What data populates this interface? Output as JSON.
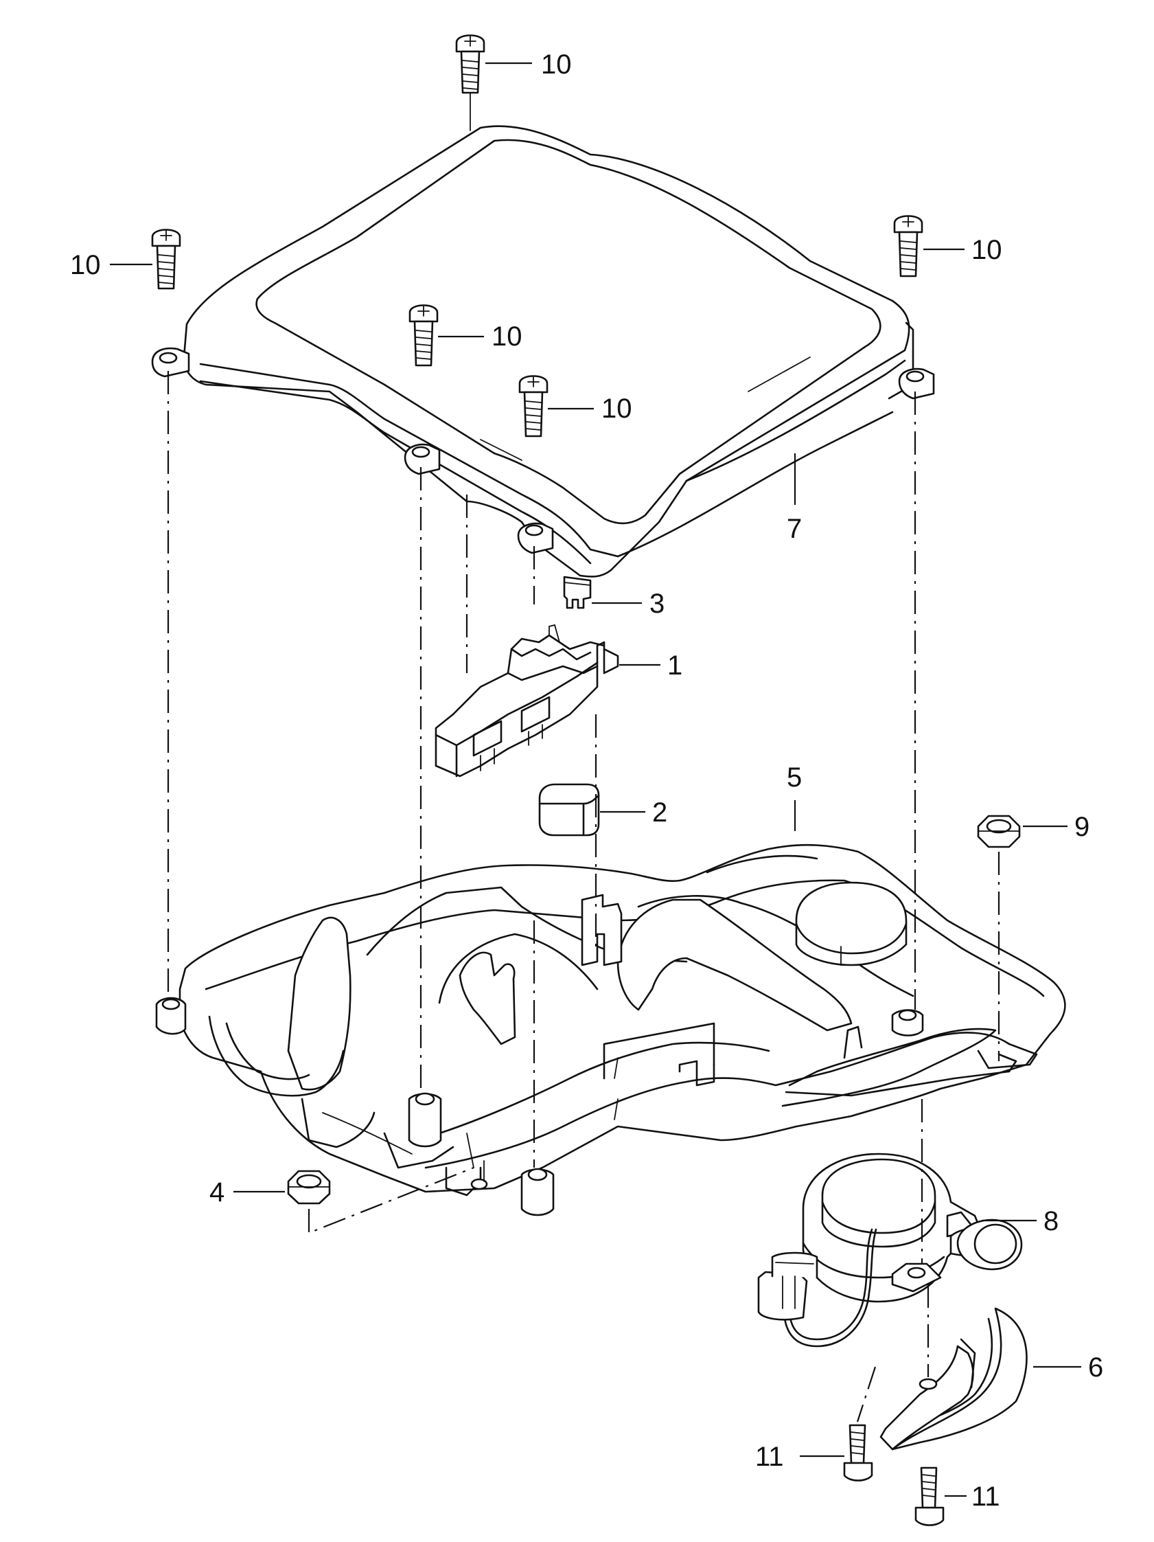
{
  "callouts": {
    "c1": "1",
    "c2": "2",
    "c3": "3",
    "c4": "4",
    "c5": "5",
    "c6": "6",
    "c7": "7",
    "c8": "8",
    "c9": "9",
    "c10a": "10",
    "c10b": "10",
    "c10c": "10",
    "c10d": "10",
    "c10e": "10",
    "c11a": "11",
    "c11b": "11"
  }
}
